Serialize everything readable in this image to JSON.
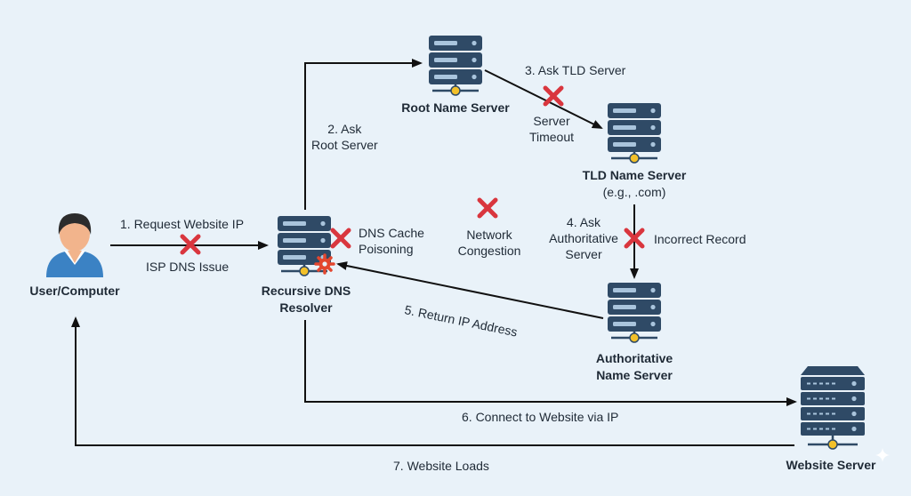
{
  "nodes": {
    "user": {
      "label": "User/Computer"
    },
    "resolver": {
      "label_line1": "Recursive DNS",
      "label_line2": "Resolver"
    },
    "root": {
      "label": "Root Name Server"
    },
    "tld": {
      "label": "TLD Name Server",
      "sub": "(e.g., .com)"
    },
    "auth": {
      "label_line1": "Authoritative",
      "label_line2": "Name Server"
    },
    "web": {
      "label": "Website Server"
    }
  },
  "steps": {
    "s1": "1. Request Website IP",
    "s2_line1": "2. Ask",
    "s2_line2": "Root Server",
    "s3": "3. Ask TLD Server",
    "s4_line1": "4. Ask",
    "s4_line2": "Authoritative",
    "s4_line3": "Server",
    "s5": "5. Return IP Address",
    "s6": "6. Connect to Website via IP",
    "s7": "7. Website Loads"
  },
  "issues": {
    "isp": "ISP DNS Issue",
    "cache_line1": "DNS Cache",
    "cache_line2": "Poisoning",
    "timeout_line1": "Server",
    "timeout_line2": "Timeout",
    "congestion_line1": "Network",
    "congestion_line2": "Congestion",
    "record": "Incorrect Record"
  },
  "colors": {
    "background": "#e9f2f9",
    "server_body": "#2f4a66",
    "server_light": "#a9c4dc",
    "connector": "#f2c029",
    "arrow": "#111111",
    "error_x": "#d9363e",
    "user": "#3b82c4",
    "skin": "#f2b48c",
    "hair": "#2c2c2c",
    "gear": "#e3462e"
  },
  "icons": [
    "user-icon",
    "server-icon",
    "gear-icon",
    "error-x-icon",
    "arrow-icon"
  ]
}
